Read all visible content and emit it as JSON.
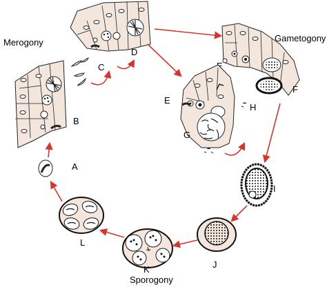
{
  "phases": {
    "merogony": "Merogony",
    "gametogony": "Gametogony",
    "sporogony": "Sporogony"
  },
  "stage_labels": {
    "A": "A",
    "B": "B",
    "C": "C",
    "D": "D",
    "E1": "E",
    "E2": "E",
    "F": "F",
    "G": "G",
    "H": "H",
    "I": "I",
    "J": "J",
    "K": "K",
    "L": "L"
  },
  "colors": {
    "arrow": "#d9342b",
    "cell_fill": "#f3e6dc",
    "outline": "#222222"
  }
}
